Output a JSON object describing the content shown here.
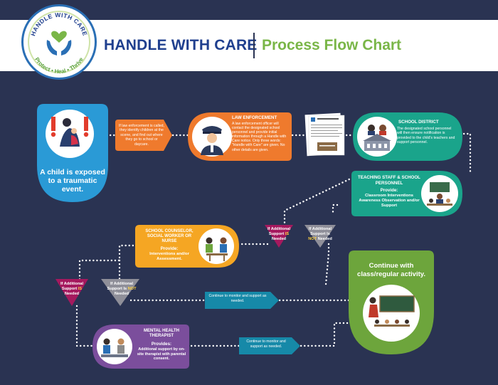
{
  "header": {
    "title": "HANDLE WITH CARE",
    "subtitle": "Process Flow Chart",
    "logo_top": "HANDLE WITH CARE",
    "logo_bottom": "Protect • Heal • Thrive"
  },
  "child": {
    "text": "A child is exposed to a traumatic event."
  },
  "police_note": {
    "text": "If law enforcement is called, they identify children at the scene, and find out where they go to school or daycare."
  },
  "law": {
    "title": "LAW ENFORCEMENT",
    "text": "A law enforcement officer will contact the designated school personnel and provide initial information through a Handle with Care notice. Only three words: \"Handle with Care\" are given. No other details are given."
  },
  "district": {
    "title": "SCHOOL DISTRICT",
    "text": "The designated school personnel will then ensure notification is provided to the child's teachers and support personnel."
  },
  "teaching": {
    "title": "TEACHING STAFF & SCHOOL PERSONNEL",
    "provide": "Provide:",
    "items": "Classroom Interventions Awareness Observation and/or Support"
  },
  "counselor": {
    "title": "SCHOOL COUNSELOR, SOCIAL WORKER OR NURSE",
    "provide": "Provide:",
    "items": "Interventions and/or Assessment."
  },
  "decisions": {
    "is_needed": {
      "pre": "If Additional Support ",
      "key": "IS",
      "post": " Needed"
    },
    "not_needed": {
      "pre": "If Additional Support Is ",
      "key": "NOT",
      "post": " Needed"
    }
  },
  "continue": {
    "text": "Continue with class/regular activity."
  },
  "monitor": {
    "text": "Continue to monitor and support as needed."
  },
  "mental": {
    "title": "MENTAL HEALTH THERAPIST",
    "provide": "Provides:",
    "items": "Additional support by on-site therapist with parental consent."
  },
  "colors": {
    "background": "#2a3352",
    "blue": "#2a9ad6",
    "orange": "#ef7a2d",
    "teal": "#1aa48b",
    "green": "#6da53c",
    "amber": "#f5a623",
    "magenta": "#a5195e",
    "gray": "#8f8f99",
    "purple": "#7b4e9c",
    "cyan": "#1689a8"
  },
  "icons": [
    "exclamation-icon",
    "police-officer-icon",
    "notice-document-icon",
    "school-building-icon",
    "classroom-icon",
    "counselor-icon",
    "teacher-icon",
    "therapist-icon",
    "hands-heart-icon"
  ]
}
